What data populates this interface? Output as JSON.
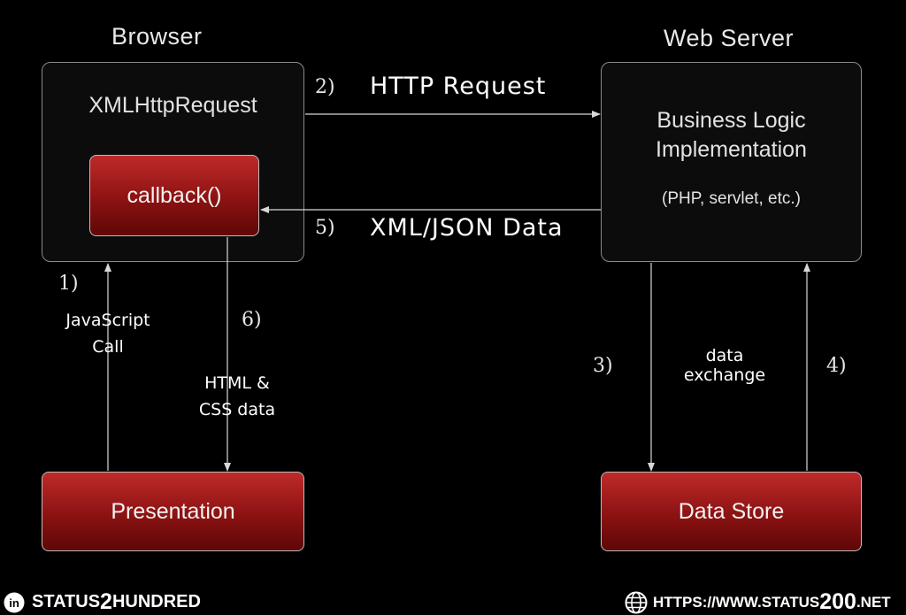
{
  "browser": {
    "heading": "Browser",
    "xhr_label": "XMLHttpRequest",
    "callback_label": "callback()"
  },
  "server": {
    "heading": "Web Server",
    "logic_line1": "Business Logic",
    "logic_line2": "Implementation",
    "tech_note": "(PHP, servlet, etc.)"
  },
  "presentation_label": "Presentation",
  "datastore_label": "Data Store",
  "steps": {
    "s1": "1)",
    "s1_label_line1": "JavaScript",
    "s1_label_line2": "Call",
    "s2": "2)",
    "s2_label": "HTTP Request",
    "s3": "3)",
    "s34_label_line1": "data",
    "s34_label_line2": "exchange",
    "s4": "4)",
    "s5": "5)",
    "s5_label": "XML/JSON Data",
    "s6": "6)",
    "s6_label_line1": "HTML &",
    "s6_label_line2": "CSS data"
  },
  "footer": {
    "left_text_a": "STATUS",
    "left_text_b": "2",
    "left_text_c": "HUNDRED",
    "right_text_a": "HTTPS://WWW.STATUS",
    "right_text_b": "200",
    "right_text_c": ".NET",
    "left_icon": "linkedin-icon",
    "right_icon": "globe-icon"
  }
}
